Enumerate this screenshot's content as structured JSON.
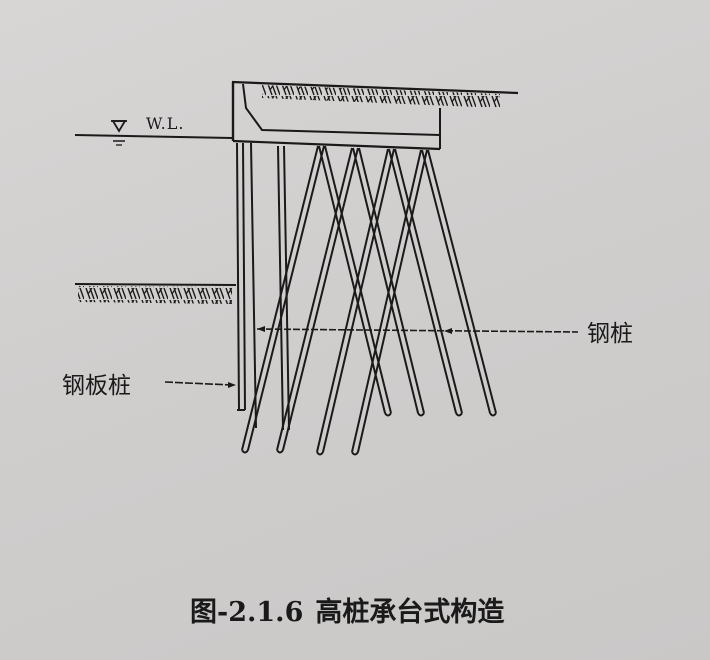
{
  "figure": {
    "caption_number": "图-2.1.6",
    "caption_title": "高桩承台式构造",
    "background_color": "#d3d1d0",
    "line_color": "#1a1a1a"
  },
  "labels": {
    "water_level": "W.L.",
    "sheet_pile": "钢板桩",
    "steel_pile": "钢桩"
  },
  "icons": {
    "water_level_symbol": "inverted-triangle"
  },
  "elements": {
    "pile_cap": "deck",
    "batter_piles_count": 8,
    "vertical_piles_count": 2
  }
}
